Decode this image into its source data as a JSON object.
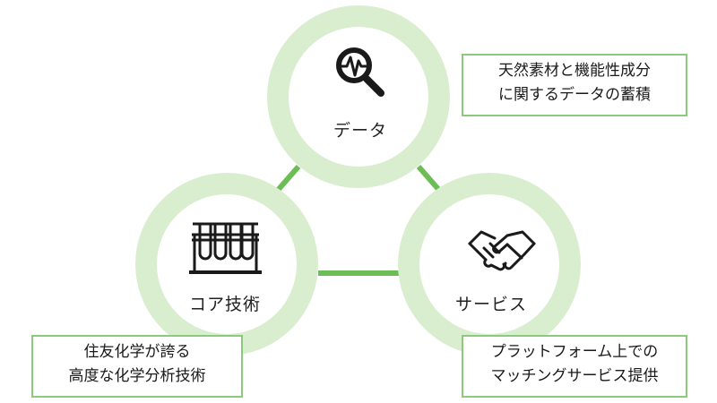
{
  "colors": {
    "ring": "#d9eecf",
    "connector": "#6cbd55",
    "border": "#8cc97d",
    "icon": "#1a1a1a"
  },
  "nodes": {
    "data": {
      "label": "データ",
      "icon": "magnifier-waveform-icon"
    },
    "core": {
      "label": "コア技術",
      "icon": "test-tubes-rack-icon"
    },
    "service": {
      "label": "サービス",
      "icon": "handshake-icon"
    }
  },
  "notes": {
    "data": {
      "line1": "天然素材と機能性成分",
      "line2": "に関するデータの蓄積"
    },
    "core": {
      "line1": "住友化学が誇る",
      "line2": "高度な化学分析技術"
    },
    "service": {
      "line1": "プラットフォーム上での",
      "line2": "マッチングサービス提供"
    }
  }
}
